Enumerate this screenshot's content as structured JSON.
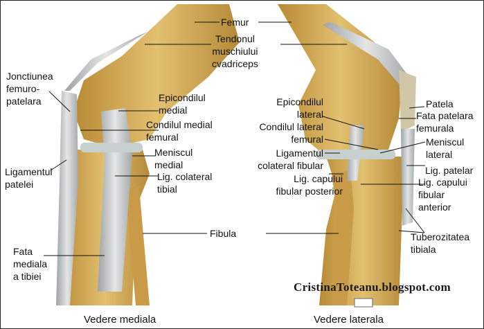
{
  "left_view": {
    "caption": "Vedere mediala",
    "labels": {
      "femur": "Femur",
      "tendon": "Tendonul\nmuschiului\ncvadriceps",
      "jonctiunea": "Jonctiunea\nfemuro-\npatelara",
      "epicondil": "Epicondilul\nmedial",
      "condil": "Condilul medial\nfemural",
      "menisc": "Meniscul\nmedial",
      "lig_colateral": "Lig. colateral\ntibial",
      "lig_patelei": "Ligamentul\npatelei",
      "fibula": "Fibula",
      "fata_mediala": "Fata\nmediala\na tibiei"
    }
  },
  "right_view": {
    "caption": "Vedere laterala",
    "labels": {
      "epicondil": "Epicondilul\nlateral",
      "condil": "Condilul lateral\nfemural",
      "lig_colateral": "Ligamentul\ncolateral fibular",
      "lig_posterior": "Lig. capului\nfibular posterior",
      "patela": "Patela",
      "fata_patelara": "Fata patelara\nfemurala",
      "menisc": "Meniscul\nlateral",
      "lig_patelar": "Lig. patelar",
      "lig_anterior": "Lig. capului\nfibular\nanterior",
      "tuberozitatea": "Tuberozitatea\ntibiala"
    }
  },
  "watermark": "CristinaToteanu.blogspot.com",
  "colors": {
    "bone": "#d8b465",
    "ligament": "#c9cccc",
    "text": "#111111"
  }
}
